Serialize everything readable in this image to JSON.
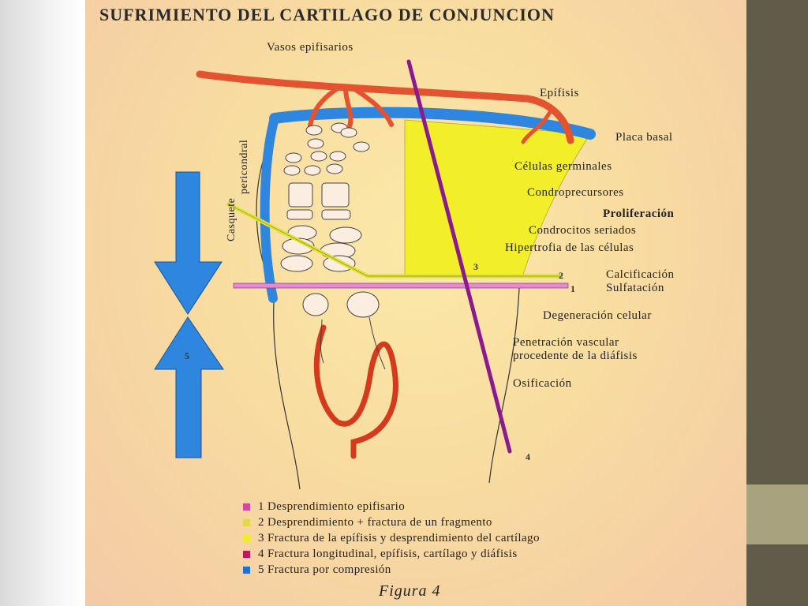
{
  "title": "SUFRIMIENTO DEL CARTILAGO DE CONJUNCION",
  "labels": {
    "vasos": "Vasos epifisarios",
    "epifisis": "Epífisis",
    "placa": "Placa basal",
    "germinales": "Células germinales",
    "condroprecursores": "Condroprecursores",
    "proliferacion": "Proliferación",
    "seriados": "Condrocitos seriados",
    "hipertrofia": "Hipertrofia de las células",
    "calcificacion": "Calcificación",
    "sulfatacion": "Sulfatación",
    "degeneracion": "Degeneración celular",
    "penetracion1": "Penetración vascular",
    "penetracion2": "procedente de la diáfisis",
    "osificacion": "Osificación",
    "casquete1": "Casquete",
    "casquete2": "pericondral"
  },
  "numbers": {
    "n1": "1",
    "n2": "2",
    "n3": "3",
    "n4": "4",
    "n5": "5"
  },
  "legend": [
    {
      "text": "1  Desprendimiento epifisario",
      "color": "#d9459a"
    },
    {
      "text": "2  Desprendimiento + fractura de un fragmento",
      "color": "#e0d84a"
    },
    {
      "text": "3  Fractura de la epífisis y desprendimiento del cartílago",
      "color": "#f0ea30"
    },
    {
      "text": "4  Fractura longitudinal, epífisis, cartílago y diáfisis",
      "color": "#c2185b"
    },
    {
      "text": "5  Fractura por compresión",
      "color": "#1e6fd9"
    }
  ],
  "caption": "Figura 4",
  "colors": {
    "vessel": "#e4532f",
    "blue": "#2e86de",
    "yellow": "#f2ef2a",
    "purple": "#8b1a8f",
    "pink": "#e48ad0"
  }
}
